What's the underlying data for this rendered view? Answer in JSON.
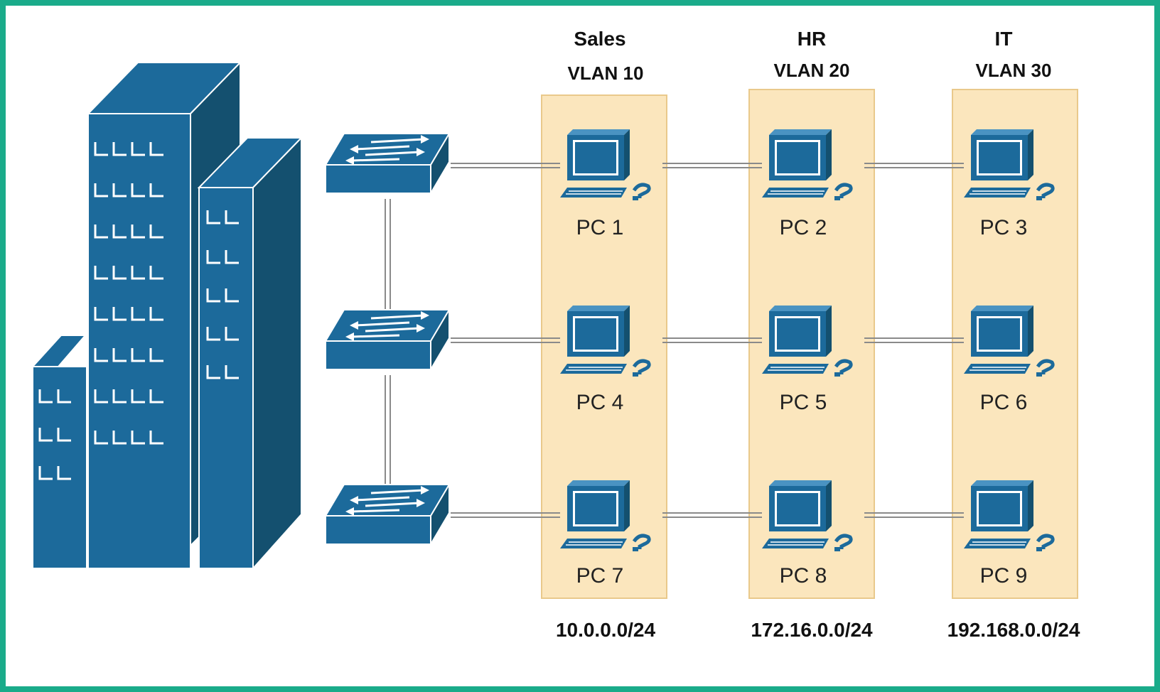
{
  "colors": {
    "frame": "#1aab8a",
    "device_blue": "#1c6a9b",
    "device_dark": "#14506f",
    "device_light": "#4a93c2",
    "vlan_fill": "#fbe6bd",
    "vlan_border": "#e9c98b",
    "link": "#8a8a8a"
  },
  "icons": {
    "building": "office-building-icon",
    "switch": "network-switch-icon",
    "pc": "workstation-pc-icon"
  },
  "vlans": [
    {
      "name": "Sales",
      "vlan": "VLAN 10",
      "subnet": "10.0.0.0/24",
      "pcs": [
        "PC 1",
        "PC 4",
        "PC 7"
      ]
    },
    {
      "name": "HR",
      "vlan": "VLAN 20",
      "subnet": "172.16.0.0/24",
      "pcs": [
        "PC 2",
        "PC 5",
        "PC 8"
      ]
    },
    {
      "name": "IT",
      "vlan": "VLAN 30",
      "subnet": "192.168.0.0/24",
      "pcs": [
        "PC 3",
        "PC 6",
        "PC 9"
      ]
    }
  ]
}
